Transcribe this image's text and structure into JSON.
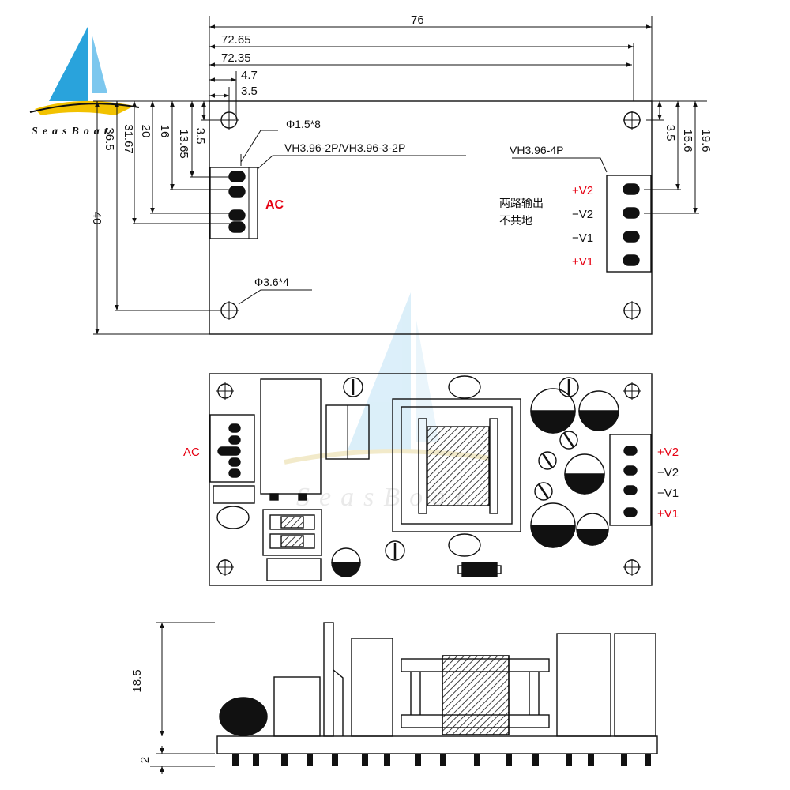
{
  "logo": {
    "text": "SeasBoat",
    "sail_color": "#29a3dc",
    "sail_color_light": "#7cc7ee",
    "hull_color": "#f2c200"
  },
  "watermark": {
    "text": "SeasBoat"
  },
  "top_view": {
    "dims_horizontal": [
      "76",
      "72.65",
      "72.35",
      "4.7",
      "3.5"
    ],
    "dims_left_vertical": [
      "40",
      "36.5",
      "31.67",
      "20",
      "16",
      "13.65",
      "3.5"
    ],
    "dims_right_vertical": [
      "3.5",
      "15.6",
      "19.6"
    ],
    "callout_small_holes": "Φ1.5*8",
    "callout_input_connector": "VH3.96-2P/VH3.96-3-2P",
    "callout_output_connector": "VH3.96-4P",
    "callout_mount_holes": "Φ3.6*4",
    "ac_label": "AC",
    "output_note_line1": "两路输出",
    "output_note_line2": "不共地",
    "pins": [
      "+V2",
      "−V2",
      "−V1",
      "+V1"
    ]
  },
  "component_view": {
    "ac_label": "AC",
    "pins": [
      "+V2",
      "−V2",
      "−V1",
      "+V1"
    ]
  },
  "side_view": {
    "dim_height": "18.5",
    "dim_pin": "2"
  },
  "colors": {
    "line": "#111111",
    "accent_red": "#e60012"
  }
}
